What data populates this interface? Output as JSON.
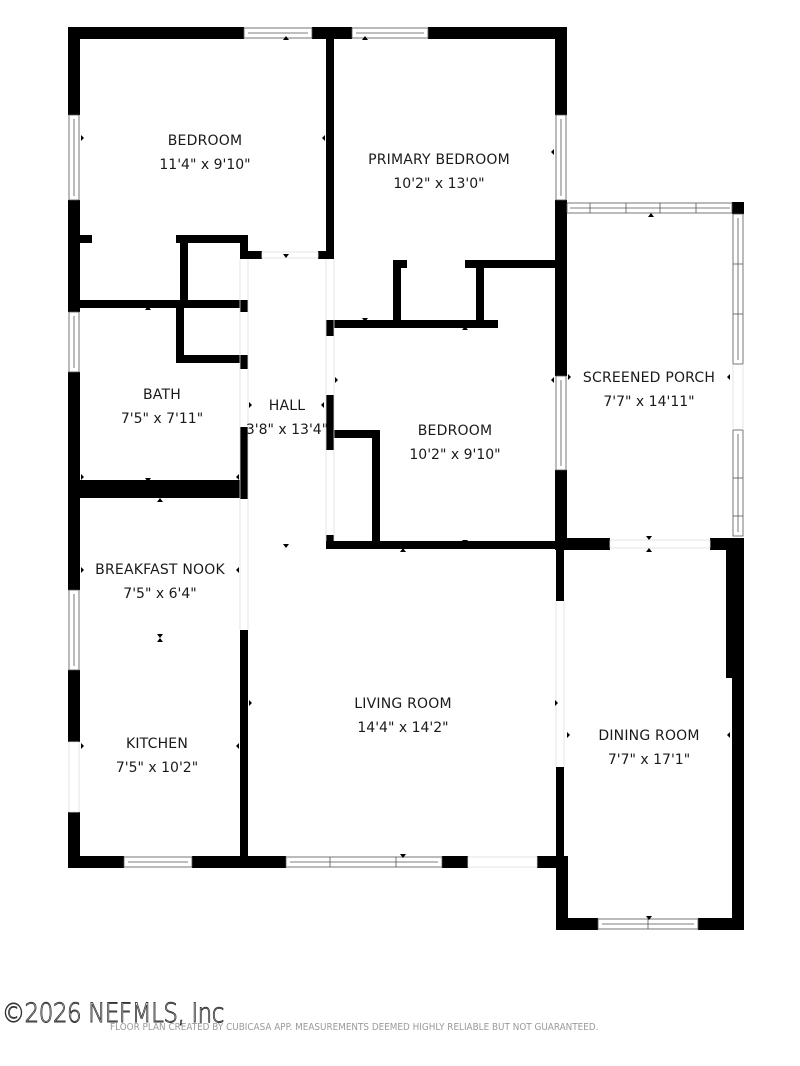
{
  "floor_plan": {
    "rooms": [
      {
        "id": "bedroom-1",
        "name": "BEDROOM",
        "dimensions": "11'4\" x 9'10\""
      },
      {
        "id": "primary-bedroom",
        "name": "PRIMARY BEDROOM",
        "dimensions": "10'2\" x 13'0\""
      },
      {
        "id": "screened-porch",
        "name": "SCREENED PORCH",
        "dimensions": "7'7\" x 14'11\""
      },
      {
        "id": "bath",
        "name": "BATH",
        "dimensions": "7'5\" x 7'11\""
      },
      {
        "id": "hall",
        "name": "HALL",
        "dimensions": "3'8\" x 13'4\""
      },
      {
        "id": "bedroom-2",
        "name": "BEDROOM",
        "dimensions": "10'2\" x 9'10\""
      },
      {
        "id": "breakfast-nook",
        "name": "BREAKFAST NOOK",
        "dimensions": "7'5\" x 6'4\""
      },
      {
        "id": "kitchen",
        "name": "KITCHEN",
        "dimensions": "7'5\" x 10'2\""
      },
      {
        "id": "living-room",
        "name": "LIVING ROOM",
        "dimensions": "14'4\" x 14'2\""
      },
      {
        "id": "dining-room",
        "name": "DINING ROOM",
        "dimensions": "7'7\" x 17'1\""
      }
    ],
    "colors": {
      "wall": "#000000",
      "background": "#ffffff",
      "label": "#1a1a1a",
      "disclaimer": "#9a9a9a"
    }
  },
  "footer": {
    "watermark": "©2026 NEFMLS, Inc",
    "disclaimer": "FLOOR PLAN CREATED BY CUBICASA APP. MEASUREMENTS DEEMED HIGHLY RELIABLE BUT NOT GUARANTEED."
  }
}
